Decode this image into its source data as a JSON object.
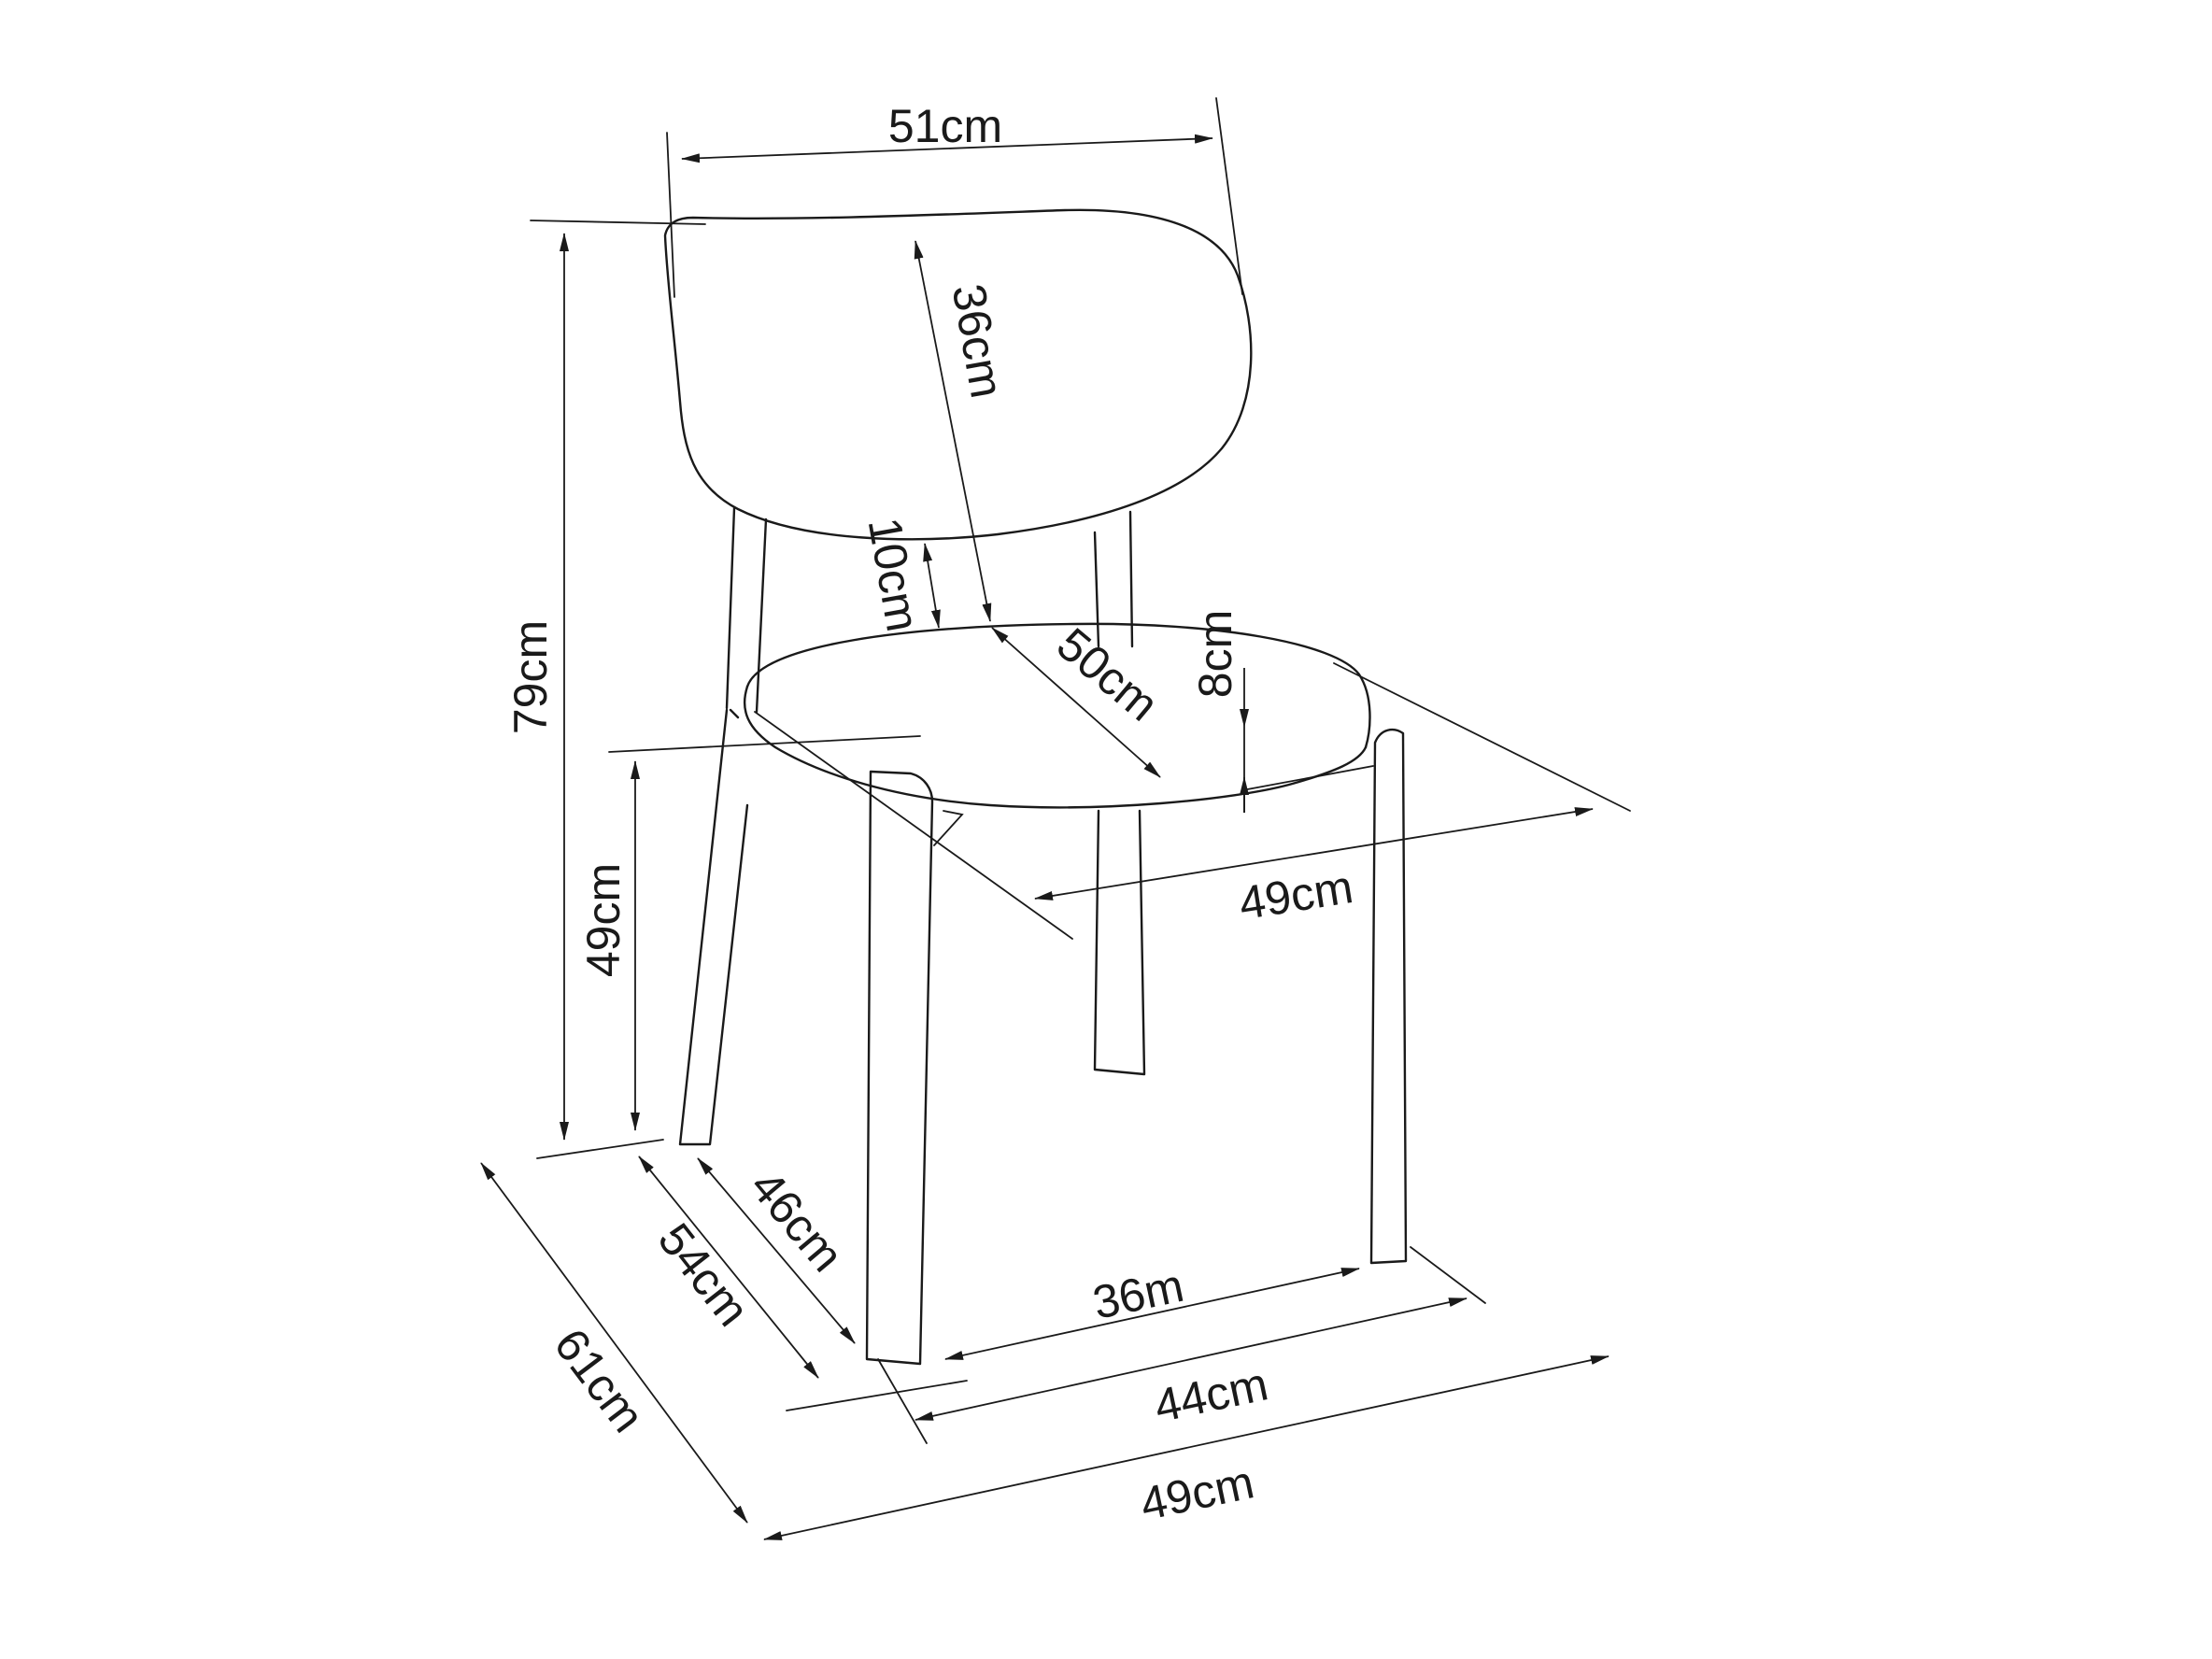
{
  "colors": {
    "ink": "#1a1a1a",
    "background": "#ffffff"
  },
  "dimensions": {
    "backrest_width": "51cm",
    "backrest_height": "36cm",
    "backrest_gap": "10cm",
    "total_height": "79cm",
    "seat_height": "49cm",
    "seat_depth": "50cm",
    "seat_thickness": "8cm",
    "seat_width": "49cm",
    "depth_total": "61cm",
    "depth_legs": "54cm",
    "depth_legs_inner": "46cm",
    "width_legs_inner": "36m",
    "width_legs": "44cm",
    "width_total": "49cm"
  }
}
